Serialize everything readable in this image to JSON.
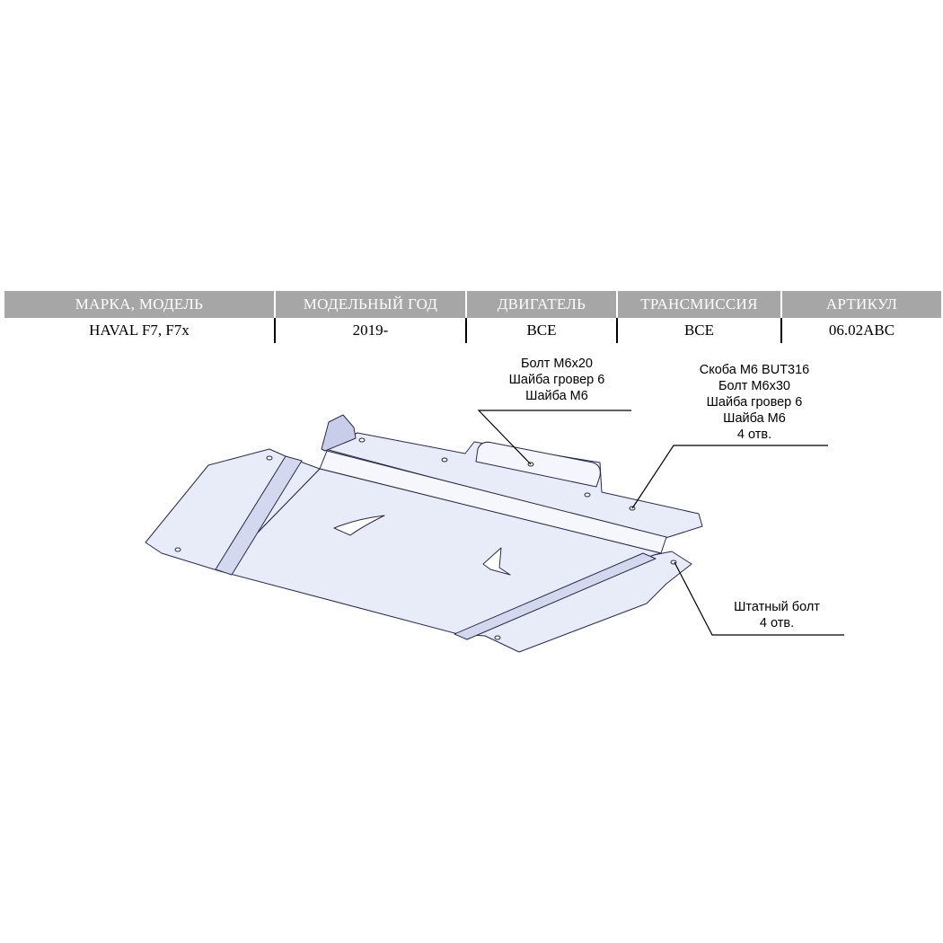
{
  "table": {
    "headers": [
      "МАРКА, МОДЕЛЬ",
      "МОДЕЛЬНЫЙ ГОД",
      "ДВИГАТЕЛЬ",
      "ТРАНСМИССИЯ",
      "АРТИКУЛ"
    ],
    "row": [
      "HAVAL F7, F7x",
      "2019-",
      "ВСЕ",
      "ВСЕ",
      "06.02ABC"
    ]
  },
  "callouts": {
    "top_center": [
      "Болт M6x20",
      "Шайба гровер 6",
      "Шайба M6"
    ],
    "top_right": [
      "Скоба M6 BUT316",
      "Болт M6x30",
      "Шайба гровер 6",
      "Шайба M6",
      "4 отв."
    ],
    "bottom_right": [
      "Штатный болт",
      "4 отв."
    ]
  },
  "colors": {
    "plate_fill": "#e8ebf8",
    "plate_shade": "#d4d8ee",
    "header_bg": "#a6a6a6"
  }
}
